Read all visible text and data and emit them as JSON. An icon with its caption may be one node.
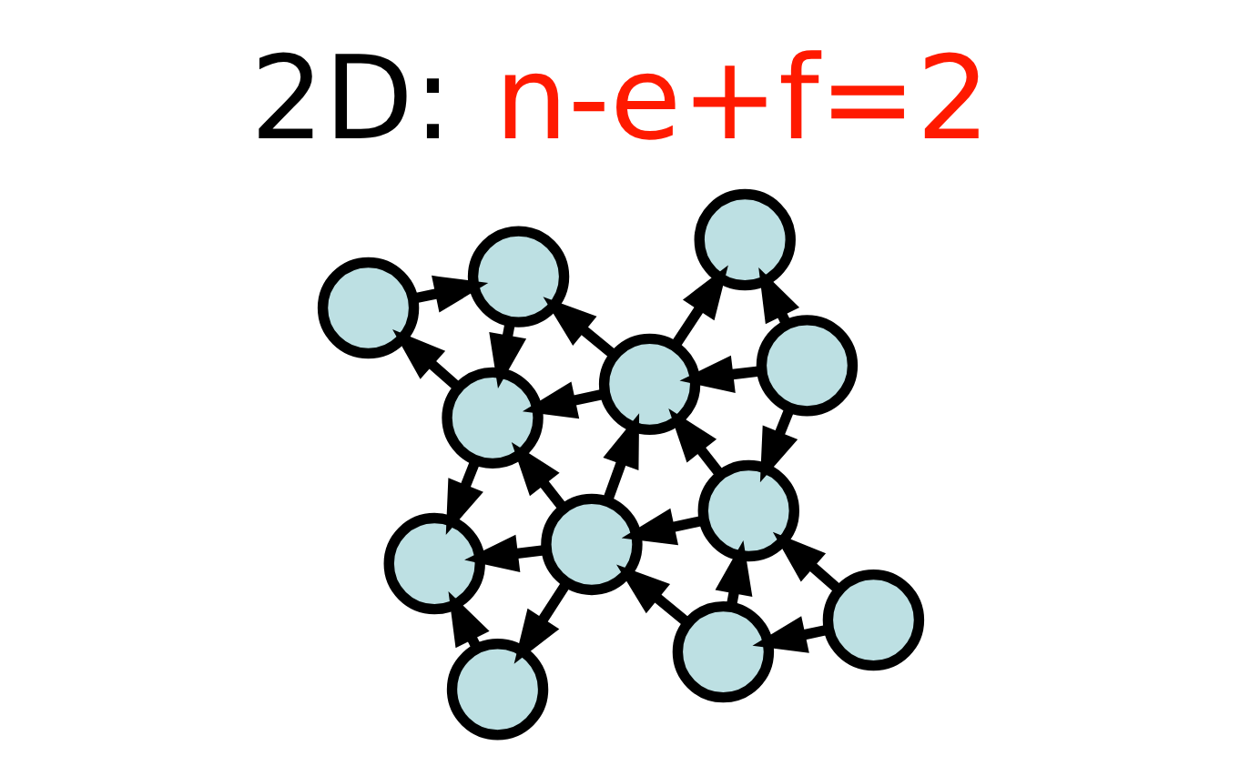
{
  "diagram": {
    "title": "2D: n-e+f=2",
    "nodes": [
      {
        "text": [],
        "shape": "circle"
      },
      {
        "text": [],
        "shape": "circle"
      },
      {
        "text": [],
        "shape": "circle"
      },
      {
        "text": [],
        "shape": "circle"
      },
      {
        "text": [],
        "shape": "circle"
      },
      {
        "text": [],
        "shape": "circle"
      },
      {
        "text": [],
        "shape": "circle"
      },
      {
        "text": [],
        "shape": "circle"
      },
      {
        "text": [],
        "shape": "circle"
      },
      {
        "text": [],
        "shape": "circle"
      },
      {
        "text": [],
        "shape": "circle"
      },
      {
        "text": [],
        "shape": "circle"
      }
    ],
    "edges": [
      {
        "from": 5,
        "to": 1,
        "arrow": "to"
      },
      {
        "from": 2,
        "to": 1,
        "arrow": "to"
      },
      {
        "from": 5,
        "to": 2,
        "arrow": "to"
      },
      {
        "from": 2,
        "to": 0,
        "arrow": "to"
      },
      {
        "from": 0,
        "to": 4,
        "arrow": "to"
      },
      {
        "from": 3,
        "to": 0,
        "arrow": "to"
      },
      {
        "from": 2,
        "to": 4,
        "arrow": "to"
      },
      {
        "from": 4,
        "to": 3,
        "arrow": "to"
      },
      {
        "from": 5,
        "to": 7,
        "arrow": "to"
      },
      {
        "from": 7,
        "to": 2,
        "arrow": "to"
      },
      {
        "from": 8,
        "to": 2,
        "arrow": "to"
      },
      {
        "from": 8,
        "to": 4,
        "arrow": "to"
      },
      {
        "from": 4,
        "to": 6,
        "arrow": "to"
      },
      {
        "from": 7,
        "to": 8,
        "arrow": "to"
      },
      {
        "from": 8,
        "to": 6,
        "arrow": "to"
      },
      {
        "from": 9,
        "to": 6,
        "arrow": "to"
      },
      {
        "from": 8,
        "to": 9,
        "arrow": "to"
      },
      {
        "from": 10,
        "to": 7,
        "arrow": "to"
      },
      {
        "from": 10,
        "to": 11,
        "arrow": "to"
      },
      {
        "from": 11,
        "to": 7,
        "arrow": "to"
      },
      {
        "from": 11,
        "to": 8,
        "arrow": "to"
      }
    ]
  }
}
